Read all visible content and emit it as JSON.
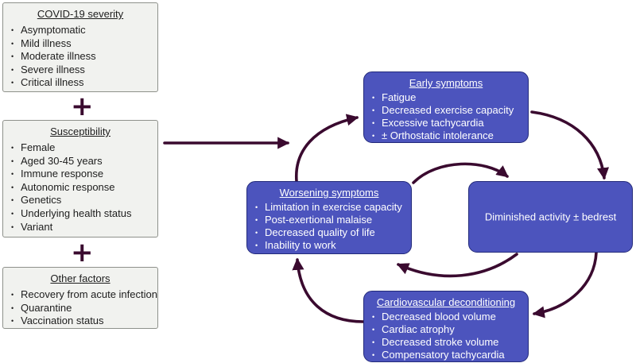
{
  "severity": {
    "title": "COVID-19 severity",
    "items": [
      "Asymptomatic",
      "Mild illness",
      "Moderate illness",
      "Severe illness",
      "Critical illness"
    ]
  },
  "plus_glyph": "+",
  "susceptibility": {
    "title": "Susceptibility",
    "items": [
      "Female",
      "Aged 30-45 years",
      "Immune response",
      "Autonomic response",
      "Genetics",
      "Underlying health status",
      "Variant"
    ]
  },
  "other_factors": {
    "title": "Other factors",
    "items": [
      "Recovery from acute infection",
      "Quarantine",
      "Vaccination status"
    ]
  },
  "early_symptoms": {
    "title": "Early symptoms",
    "items": [
      "Fatigue",
      "Decreased exercise capacity",
      "Excessive tachycardia",
      "± Orthostatic intolerance"
    ]
  },
  "diminished_activity": {
    "label": "Diminished activity ± bedrest"
  },
  "worsening_symptoms": {
    "title": "Worsening symptoms",
    "items": [
      "Limitation in exercise capacity",
      "Post-exertional malaise",
      "Decreased quality of life",
      "Inability to work"
    ]
  },
  "cardiovascular": {
    "title": "Cardiovascular deconditioning",
    "items": [
      "Decreased blood volume",
      "Cardiac atrophy",
      "Decreased stroke volume",
      "Compensatory tachycardia"
    ]
  },
  "colors": {
    "arrow": "#3a0a2f",
    "box_blue": "#4c54bd",
    "box_grey": "#f1f2ef"
  }
}
